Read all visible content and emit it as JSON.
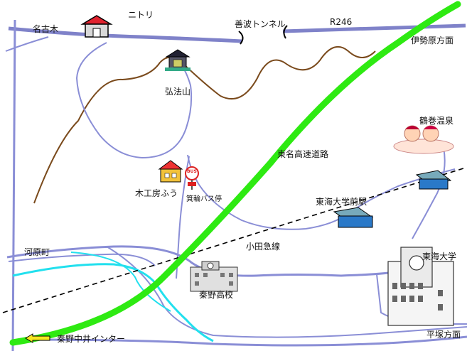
{
  "map": {
    "labels": {
      "nagoyagi": "名古木",
      "nitori": "ニトリ",
      "zenba_tunnel": "善波トンネル",
      "r246": "R246",
      "isehara": "伊勢原方面",
      "kobosan": "弘法山",
      "tsurumaki_onsen": "鶴巻温泉",
      "tomei": "東名高速道路",
      "kobo_fu": "木工房ふう",
      "minowa_stop": "箕輪バス停",
      "tokai_station": "東海大学前駅",
      "odakyu": "小田急線",
      "kawaramachi": "河原町",
      "hadano_hs": "秦野高校",
      "tokai_univ": "東海大学",
      "hiratsuka": "平塚方面",
      "hadano_ic": "秦野中井インター"
    },
    "bus_sign": "BUS",
    "colors": {
      "road": "#8a8ed6",
      "road_dark": "#7f82c9",
      "expressway": "#2eea12",
      "river": "#22e0ee",
      "ridge": "#7a4a1c",
      "railway": "#000000"
    },
    "icons": [
      "house-icon",
      "temple-icon",
      "onsen-icon",
      "train-icon",
      "school-icon",
      "university-icon",
      "bus-stop-icon",
      "arrow-left-icon"
    ]
  }
}
